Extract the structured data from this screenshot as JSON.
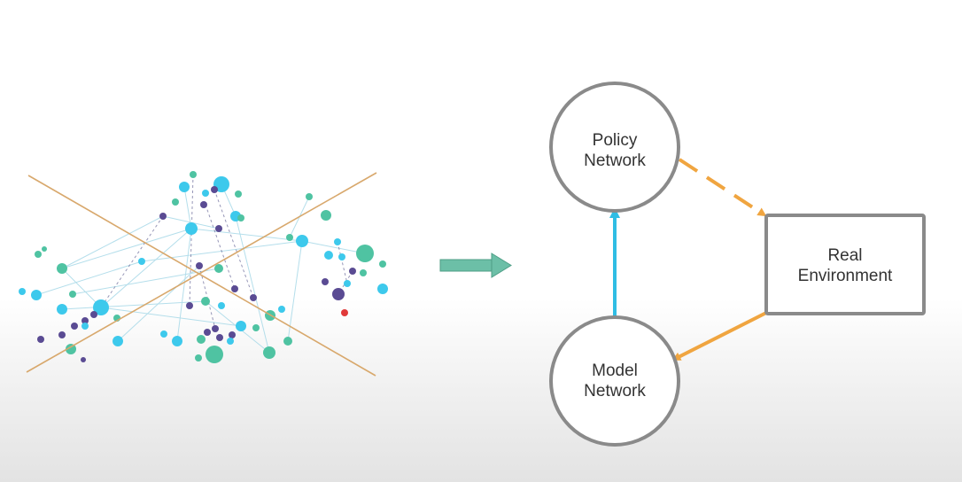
{
  "diagram": {
    "colors": {
      "node_border": "#8a8a8a",
      "solid_arrow_policy": "#2fbde4",
      "env_arrow": "#f0a540",
      "transition_arrow": "#5fb39a",
      "cross_lines": "#d8a86c",
      "graph_teal": "#4fc3a2",
      "graph_cyan": "#3dc9ec",
      "graph_purple": "#5a4b93",
      "graph_red": "#e03a3a"
    },
    "policy_network": {
      "line1": "Policy",
      "line2": "Network"
    },
    "model_network": {
      "line1": "Model",
      "line2": "Network"
    },
    "real_environment": {
      "line1": "Real",
      "line2": "Environment"
    },
    "edges": [
      {
        "from": "policy-network",
        "to": "real-environment",
        "style": "dashed",
        "icon": "arrow-right-down"
      },
      {
        "from": "real-environment",
        "to": "model-network",
        "style": "solid",
        "icon": "arrow-left-down"
      },
      {
        "from": "model-network",
        "to": "policy-network",
        "style": "solid",
        "icon": "arrow-up"
      }
    ],
    "left_graph": {
      "icon": "crossed-out-network-graph"
    },
    "transition_arrow_icon": "arrow-right"
  }
}
